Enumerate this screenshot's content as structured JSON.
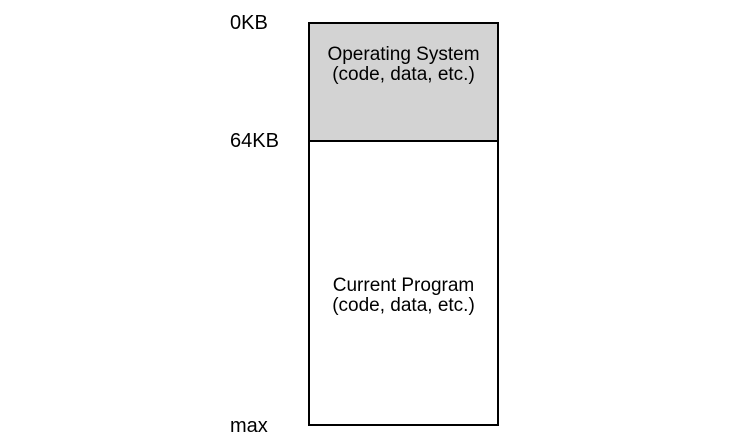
{
  "figure": {
    "description": "Physical memory layout diagram: operating system resident at the start of memory, one running program in the rest",
    "background_color": "#ffffff",
    "border_color": "#000000",
    "address_labels": [
      {
        "text": "0KB"
      },
      {
        "text": "64KB"
      },
      {
        "text": "max"
      }
    ],
    "segments": [
      {
        "label": "Operating System",
        "sublabel": "(code, data, etc.)",
        "start": "0KB",
        "end": "64KB",
        "fill": "#d3d3d3"
      },
      {
        "label": "Current Program",
        "sublabel": "(code, data, etc.)",
        "start": "64KB",
        "end": "max",
        "fill": "#ffffff"
      }
    ]
  }
}
